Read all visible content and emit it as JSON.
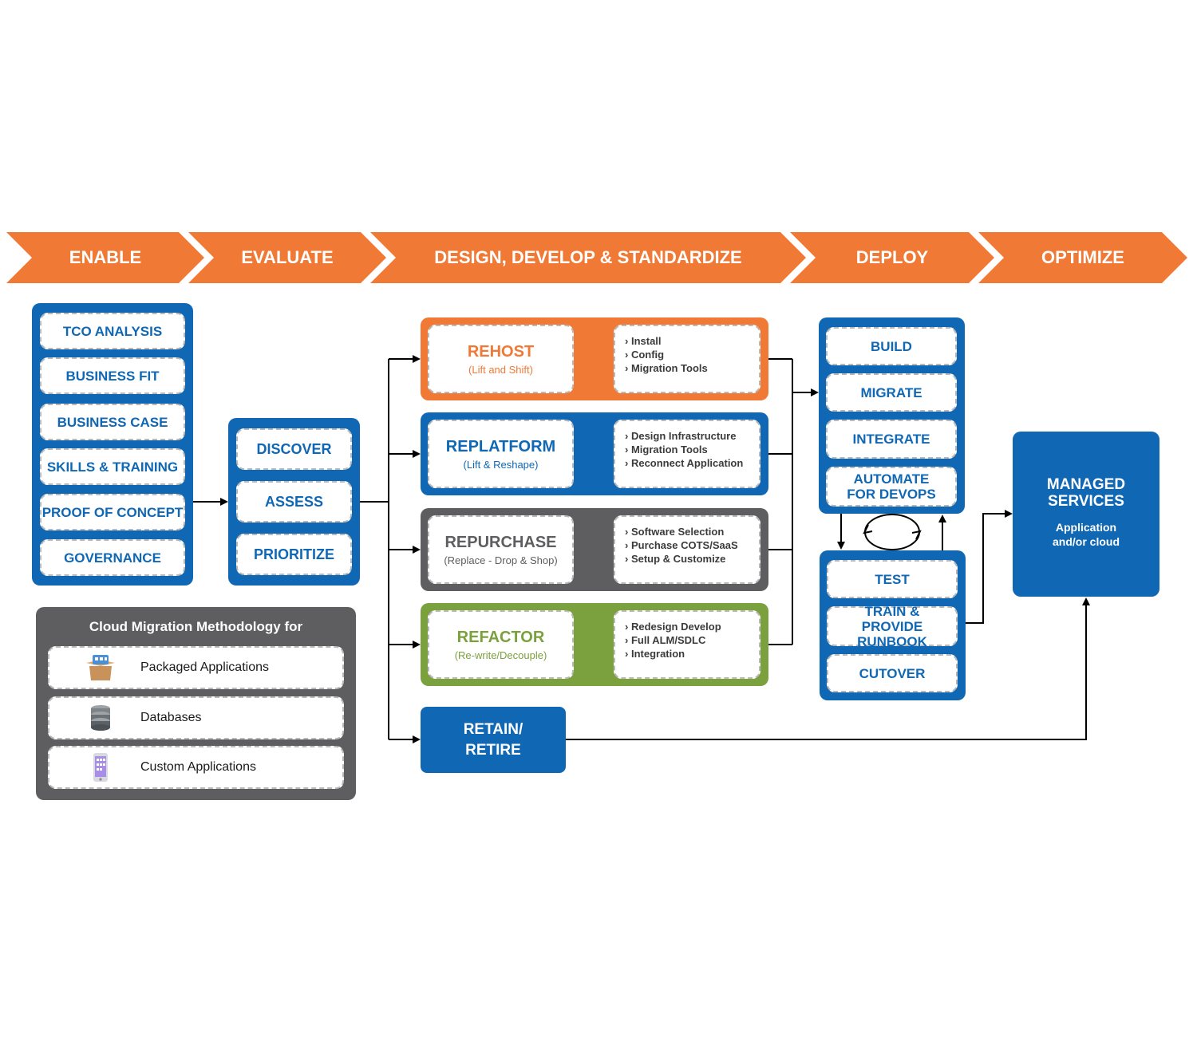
{
  "phases": [
    "ENABLE",
    "EVALUATE",
    "DESIGN, DEVELOP & STANDARDIZE",
    "DEPLOY",
    "OPTIMIZE"
  ],
  "enable": [
    "TCO ANALYSIS",
    "BUSINESS FIT",
    "BUSINESS CASE",
    "SKILLS & TRAINING",
    "PROOF OF CONCEPT",
    "GOVERNANCE"
  ],
  "evaluate": [
    "DISCOVER",
    "ASSESS",
    "PRIORITIZE"
  ],
  "strategies": [
    {
      "title": "REHOST",
      "sub": "(Lift and Shift)",
      "items": [
        "Install",
        "Config",
        "Migration Tools"
      ],
      "color": "#f07a35"
    },
    {
      "title": "REPLATFORM",
      "sub": "(Lift & Reshape)",
      "items": [
        "Design Infrastructure",
        "Migration Tools",
        "Reconnect Application"
      ],
      "color": "#1068b5"
    },
    {
      "title": "REPURCHASE",
      "sub": "(Replace - Drop & Shop)",
      "items": [
        "Software Selection",
        "Purchase COTS/SaaS",
        "Setup & Customize"
      ],
      "color": "#5e5e60"
    },
    {
      "title": "REFACTOR",
      "sub": "(Re-write/Decouple)",
      "items": [
        "Redesign Develop",
        "Full ALM/SDLC",
        "Integration"
      ],
      "color": "#7ba03e"
    }
  ],
  "retain": {
    "line1": "RETAIN/",
    "line2": "RETIRE"
  },
  "deploy_top": [
    "BUILD",
    "MIGRATE",
    "INTEGRATE",
    "AUTOMATE FOR DEVOPS"
  ],
  "deploy_bottom": [
    "TEST",
    "TRAIN & PROVIDE RUNBOOK",
    "CUTOVER"
  ],
  "managed": {
    "title": "MANAGED SERVICES",
    "subtitle": "Application and/or cloud"
  },
  "methodology": {
    "title": "Cloud Migration Methodology for",
    "items": [
      {
        "label": "Packaged Applications",
        "icon": "package-icon"
      },
      {
        "label": "Databases",
        "icon": "database-icon"
      },
      {
        "label": "Custom Applications",
        "icon": "mobile-app-icon"
      }
    ]
  },
  "colors": {
    "orange": "#f07a35",
    "blue": "#1068b5",
    "gray": "#5e5e60",
    "green": "#7ba03e"
  }
}
